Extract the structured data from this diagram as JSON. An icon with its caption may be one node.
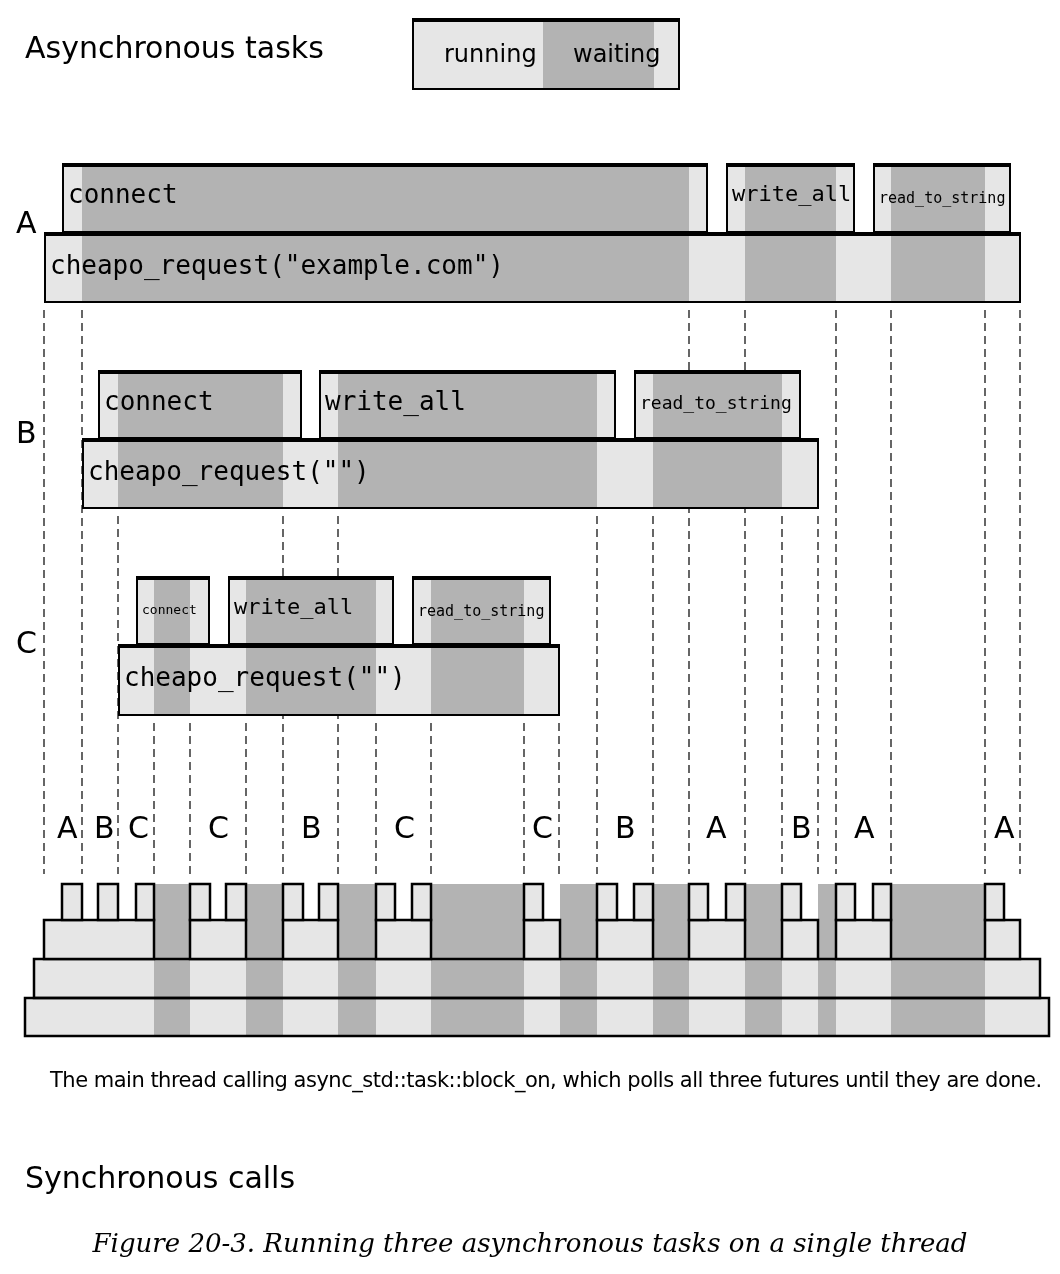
{
  "diagram": {
    "caption": "Figure 20-3. Running three asynchronous tasks on a single thread",
    "nodes": [
      {
        "text": [
          "connect"
        ]
      },
      {
        "text": [
          "write_all"
        ]
      },
      {
        "text": [
          "read_to_string"
        ]
      },
      {
        "text": [
          "cheapo_request(\"example.com\")"
        ]
      },
      {
        "text": [
          "connect"
        ]
      },
      {
        "text": [
          "write_all"
        ]
      },
      {
        "text": [
          "read_to_string"
        ]
      },
      {
        "text": [
          "cheapo_request(\"\")"
        ]
      },
      {
        "text": [
          "connect"
        ]
      },
      {
        "text": [
          "write_all"
        ]
      },
      {
        "text": [
          "read_to_string"
        ]
      },
      {
        "text": [
          "cheapo_request(\"\")"
        ]
      }
    ],
    "edges": [],
    "labels": [
      "Asynchronous tasks",
      "A",
      "B",
      "C",
      "A",
      "B",
      "C",
      "C",
      "B",
      "C",
      "C",
      "B",
      "A",
      "B",
      "A",
      "A",
      "The main thread calling async_std::task::block_on, which polls all three futures until they are done.",
      "Synchronous calls"
    ],
    "legend": [
      {
        "text": "running",
        "color": "#e6e6e6"
      },
      {
        "text": "waiting",
        "color": "#b3b3b3"
      }
    ]
  }
}
